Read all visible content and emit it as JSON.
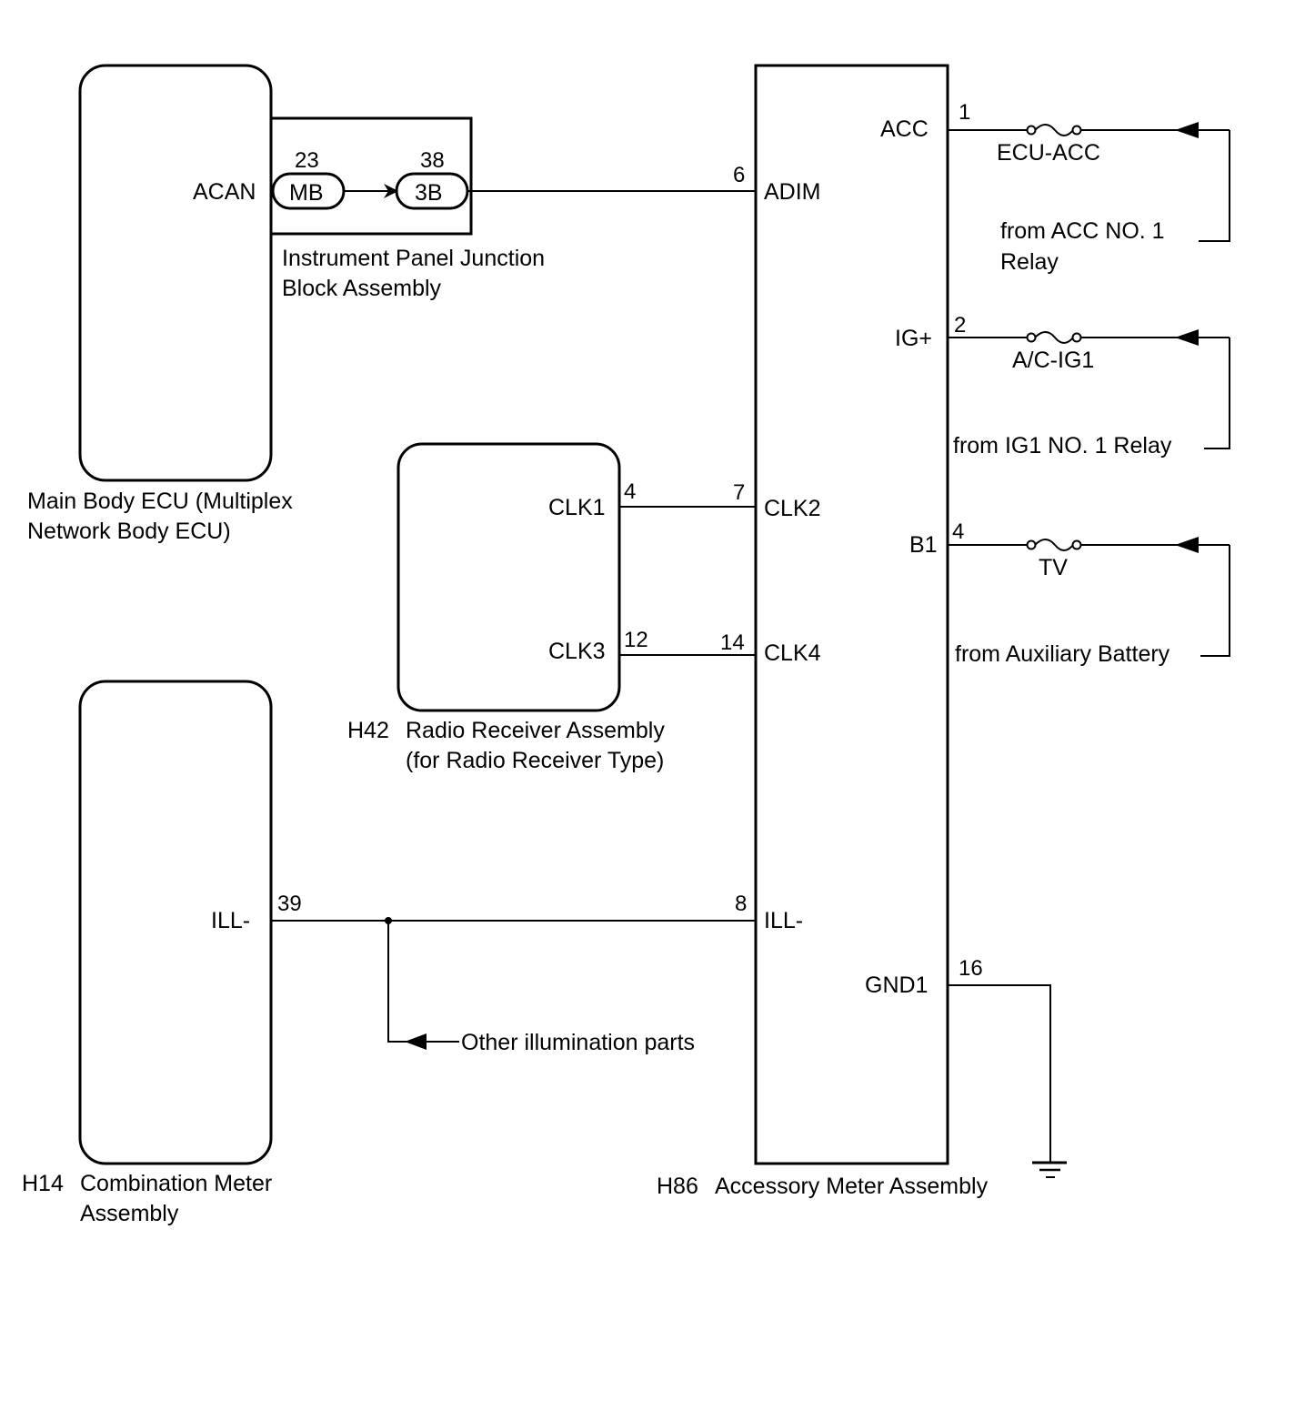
{
  "components": {
    "main_body_ecu": {
      "label_line1": "Main Body ECU (Multiplex",
      "label_line2": "Network Body ECU)",
      "terminal": "ACAN"
    },
    "junction_block": {
      "label_line1": "Instrument Panel Junction",
      "label_line2": "Block Assembly",
      "connector_in": "MB",
      "connector_out": "3B",
      "pin_in": "23",
      "pin_out": "38"
    },
    "radio_receiver": {
      "code": "H42",
      "label_line1": "Radio Receiver Assembly",
      "label_line2": "(for Radio Receiver Type)",
      "terminal_clk1": "CLK1",
      "pin_clk1": "4",
      "terminal_clk3": "CLK3",
      "pin_clk3": "12"
    },
    "combination_meter": {
      "code": "H14",
      "label_line1": "Combination Meter",
      "label_line2": "Assembly",
      "terminal": "ILL-",
      "pin": "39"
    },
    "accessory_meter": {
      "code": "H86",
      "label": "Accessory Meter Assembly",
      "terminals": [
        {
          "name": "ACC",
          "pin": "1"
        },
        {
          "name": "IG+",
          "pin": "2"
        },
        {
          "name": "B1",
          "pin": "4"
        },
        {
          "name": "GND1",
          "pin": "16"
        },
        {
          "name": "ADIM",
          "pin": "6"
        },
        {
          "name": "CLK2",
          "pin": "7"
        },
        {
          "name": "CLK4",
          "pin": "14"
        },
        {
          "name": "ILL-",
          "pin": "8"
        }
      ]
    }
  },
  "fuses": [
    {
      "name": "ECU-ACC",
      "source_line1": "from ACC NO. 1",
      "source_line2": "Relay"
    },
    {
      "name": "A/C-IG1",
      "source_line1": "from IG1 NO. 1 Relay"
    },
    {
      "name": "TV",
      "source_line1": "from Auxiliary Battery"
    }
  ],
  "notes": {
    "other_illumination": "Other illumination parts"
  }
}
